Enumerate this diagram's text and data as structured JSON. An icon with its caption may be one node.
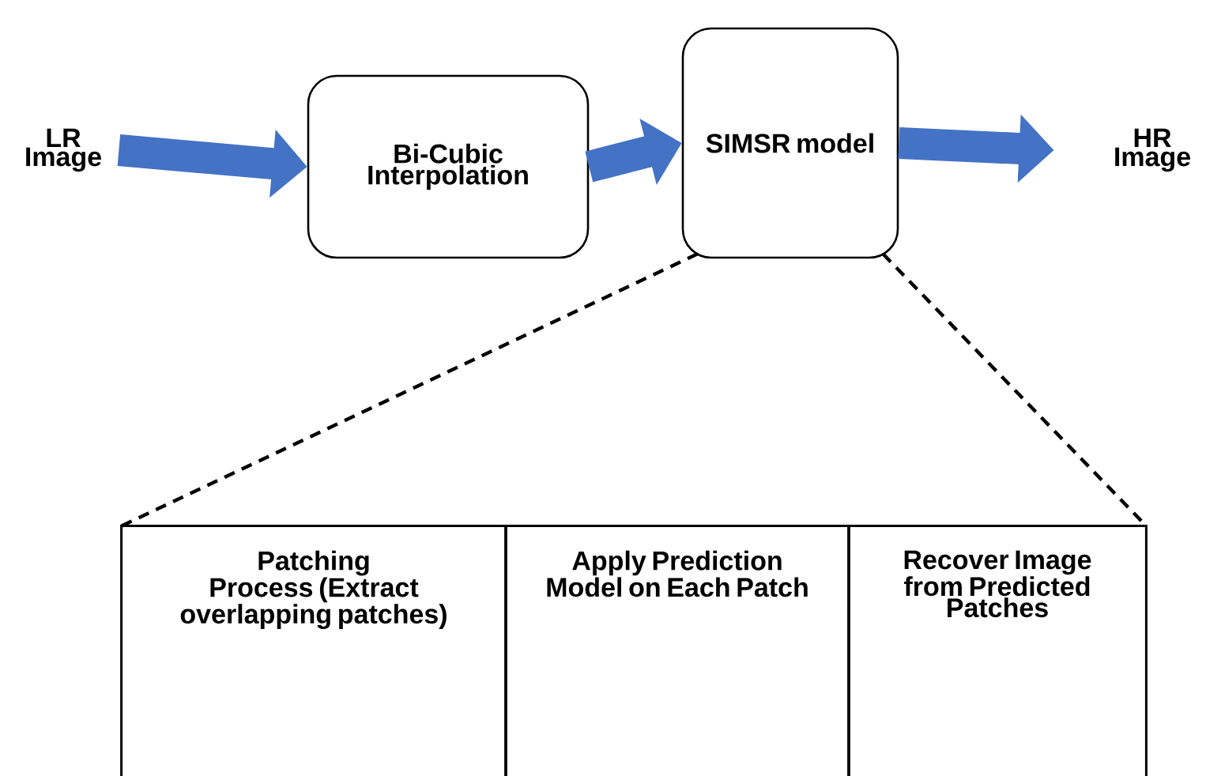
{
  "diagram": {
    "nodes": [
      {
        "text": [
          "LR Image"
        ]
      },
      {
        "text": [
          "Bi-Cubic Interpolation"
        ]
      },
      {
        "text": [
          "SIMSR model"
        ]
      },
      {
        "text": [
          "HR Image"
        ]
      },
      {
        "text": [
          "Patching Process (Extract overlapping patches)"
        ]
      },
      {
        "text": [
          "Apply Prediction Model on Each Patch"
        ]
      },
      {
        "text": [
          "Recover Image from Predicted Patches"
        ]
      }
    ],
    "edges": [
      {
        "from": 0,
        "to": 1,
        "arrow": "to"
      },
      {
        "from": 1,
        "to": 2,
        "arrow": "to"
      },
      {
        "from": 2,
        "to": 3,
        "arrow": "to"
      },
      {
        "from": 2,
        "to": 4,
        "arrow": "none",
        "style": "dashed",
        "color": "#000000"
      },
      {
        "from": 2,
        "to": 6,
        "arrow": "none",
        "style": "dashed",
        "color": "#000000"
      }
    ]
  }
}
